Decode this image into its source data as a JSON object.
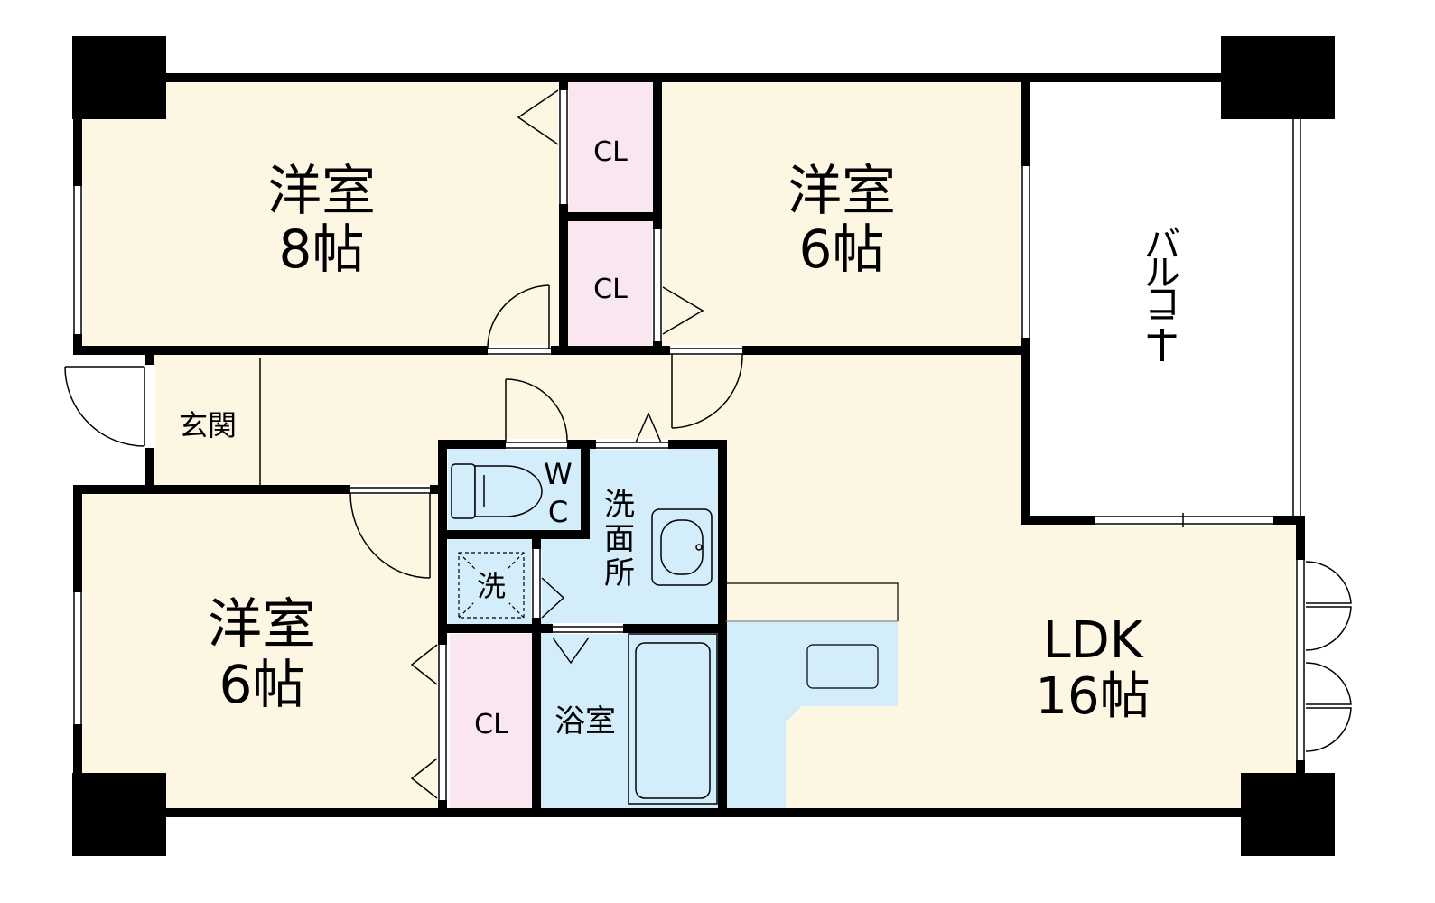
{
  "colors": {
    "wall": "#000000",
    "room_floor": "#fdf6e3",
    "closet": "#fae6f0",
    "wet_area": "#d4edfa",
    "balcony": "#ffffff"
  },
  "rooms": {
    "western_8": {
      "name": "洋室",
      "size": "8帖"
    },
    "western_6_top": {
      "name": "洋室",
      "size": "6帖"
    },
    "western_6_bottom": {
      "name": "洋室",
      "size": "6帖"
    },
    "ldk": {
      "name": "LDK",
      "size": "16帖"
    },
    "entrance": {
      "name": "玄関"
    },
    "balcony": {
      "name": "バルコニー",
      "chars": [
        "バ",
        "ル",
        "コ",
        "ニ",
        "ー"
      ]
    },
    "toilet": {
      "chars": [
        "W",
        "C"
      ]
    },
    "washroom": {
      "chars": [
        "洗",
        "面",
        "所"
      ]
    },
    "washer": {
      "name": "洗"
    },
    "bath": {
      "name": "浴室"
    },
    "closets": [
      {
        "name": "CL"
      },
      {
        "name": "CL"
      },
      {
        "name": "CL"
      }
    ]
  },
  "icons": [
    "door-swing-icon",
    "toilet-icon",
    "sink-icon",
    "bathtub-icon",
    "kitchen-counter-icon",
    "window-icon",
    "pillar-icon",
    "washer-pan-icon"
  ]
}
